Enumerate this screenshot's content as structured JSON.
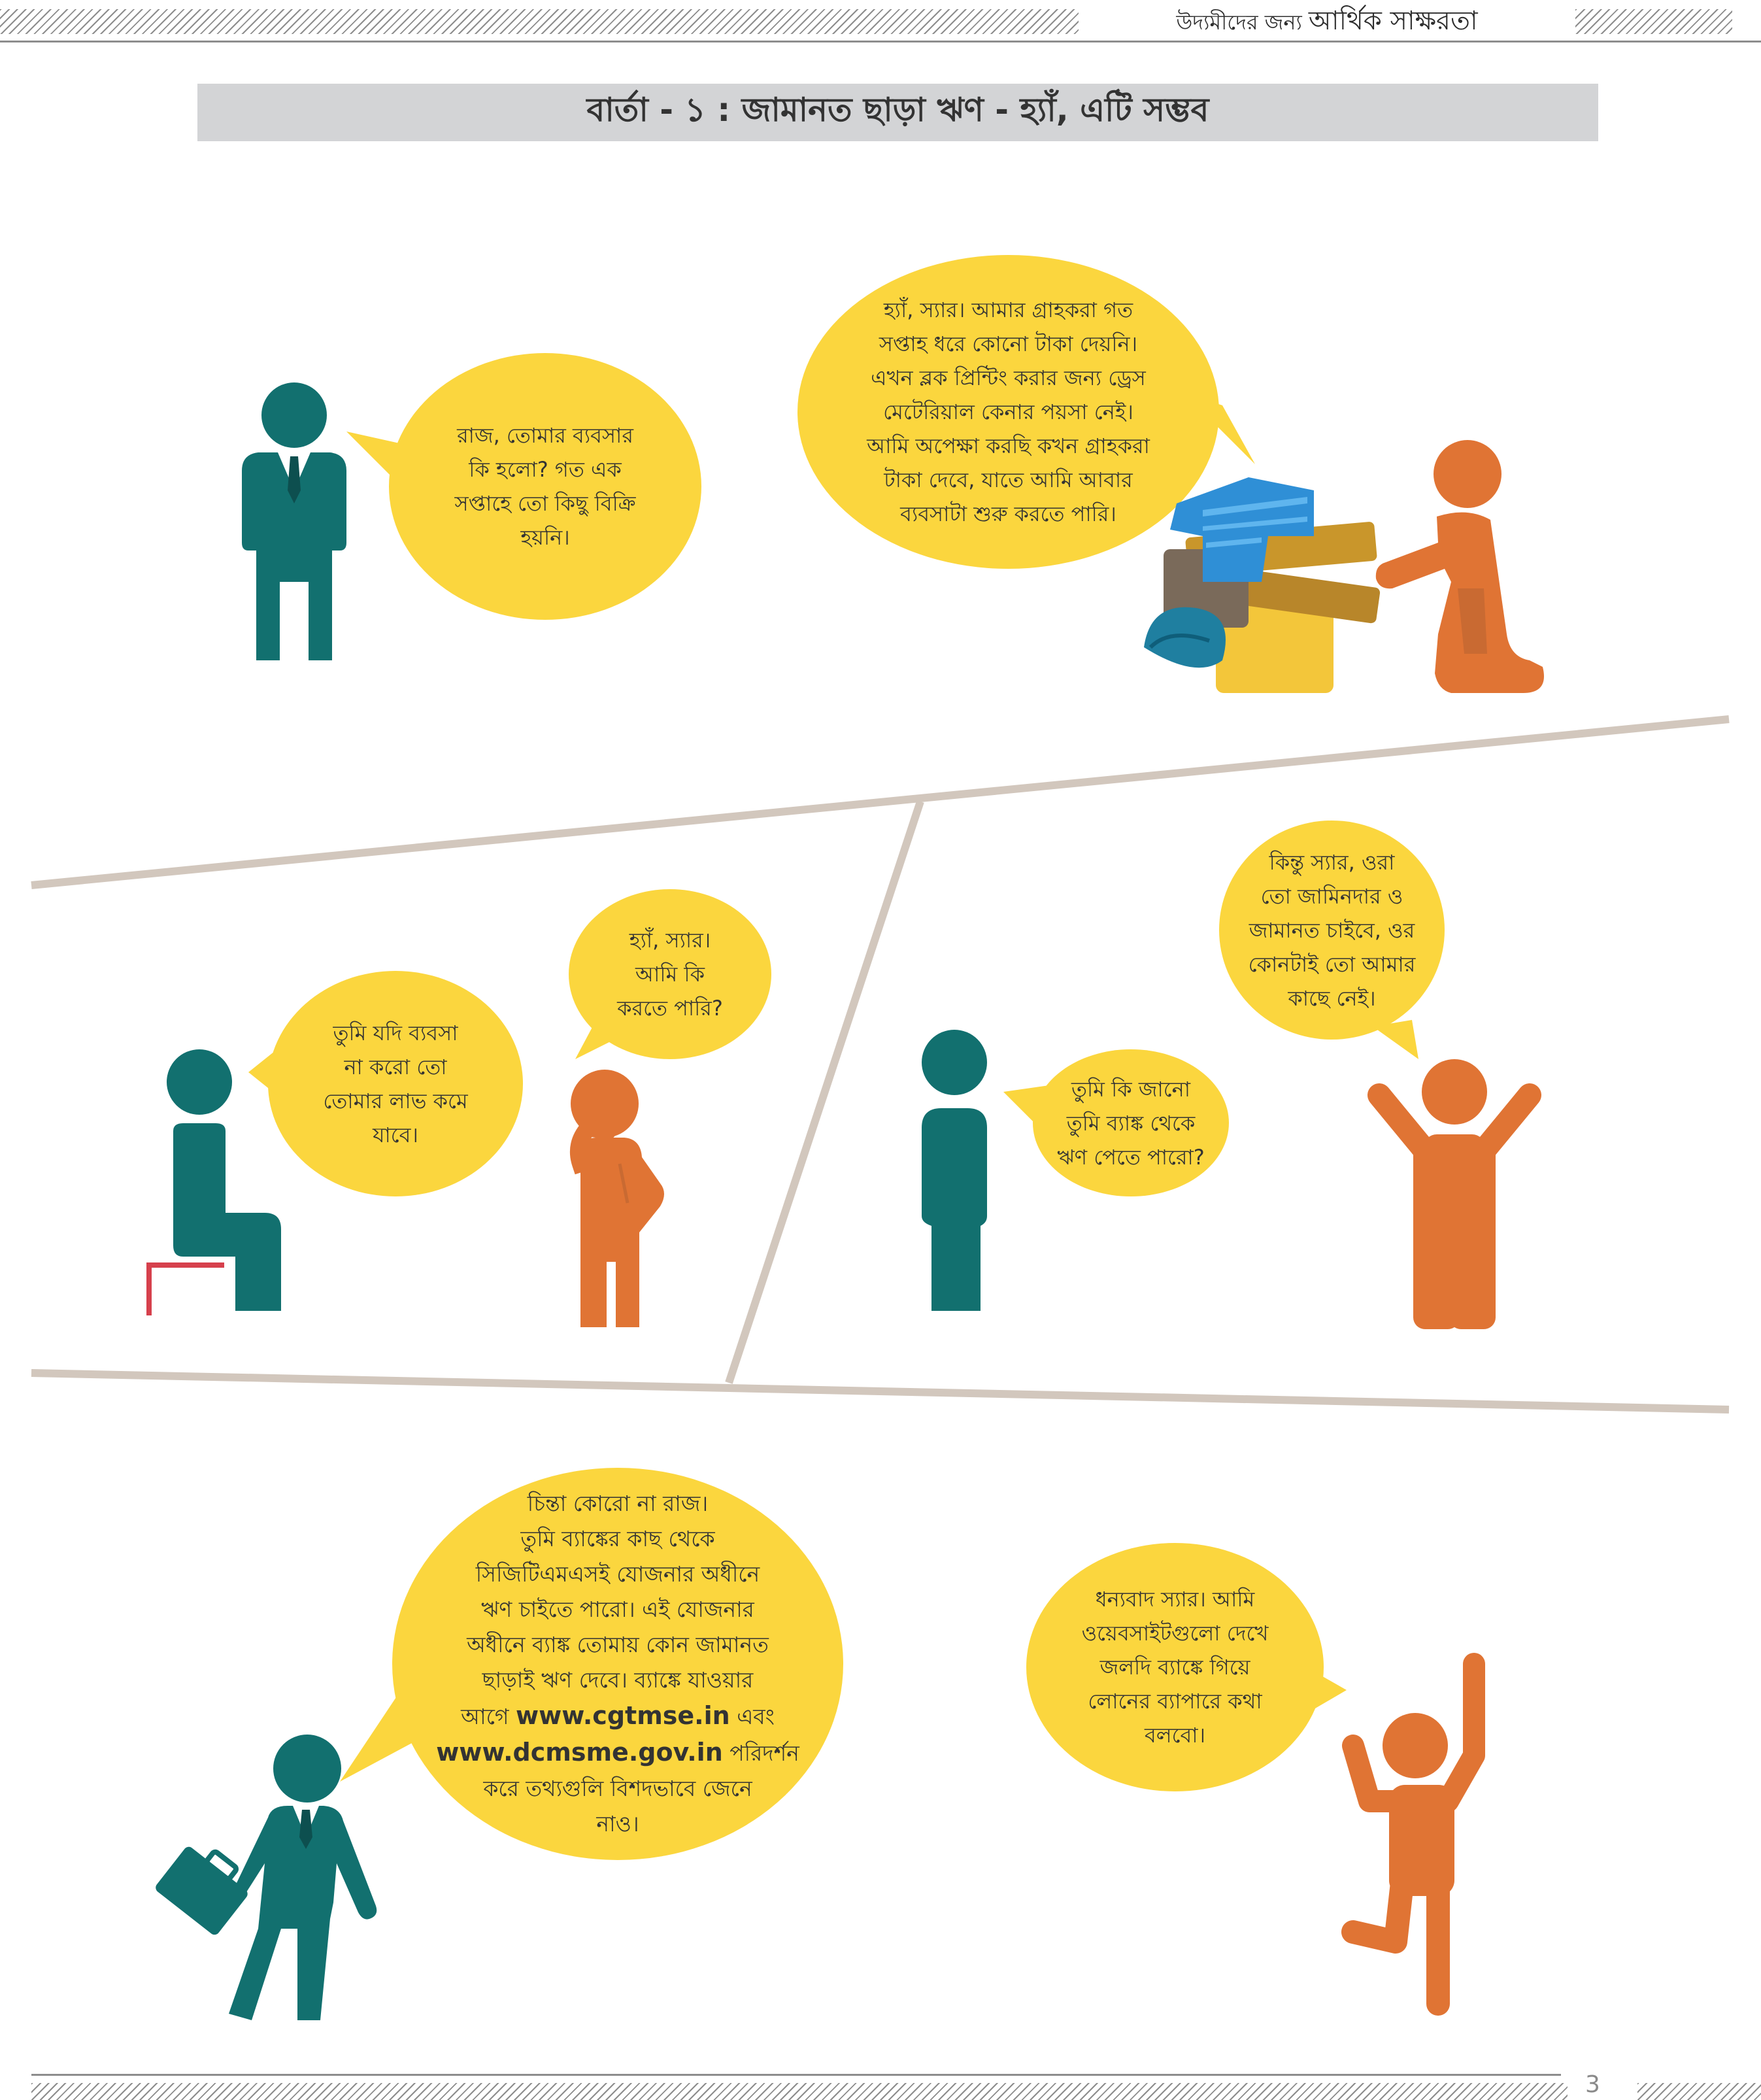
{
  "header": {
    "prefix": "উদ্যমীদের জন্য",
    "title": "আর্থিক সাক্ষরতা"
  },
  "page_title": "বার্তা - ১ : জামানত ছাড়া ঋণ - হ্যাঁ, এটি সম্ভব",
  "panel1": {
    "officer_bubble": [
      "রাজ, তোমার ব্যবসার",
      "কি হলো? গত এক",
      "সপ্তাহে তো কিছু বিক্রি",
      "হয়নি।"
    ],
    "raj_bubble": [
      "হ্যাঁ, স্যার। আমার গ্রাহকরা গত",
      "সপ্তাহ ধরে কোনো টাকা দেয়নি।",
      "এখন ব্লক প্রিন্টিং করার জন্য ড্রেস",
      "মেটেরিয়াল কেনার পয়সা নেই।",
      "আমি অপেক্ষা করছি কখন গ্রাহকরা",
      "টাকা দেবে, যাতে আমি আবার",
      "ব্যবসাটা শুরু করতে পারি।"
    ]
  },
  "panel2": {
    "officer_bubble": [
      "তুমি যদি ব্যবসা",
      "না করো তো",
      "তোমার লাভ কমে",
      "যাবে।"
    ],
    "raj_bubble": [
      "হ্যাঁ, স্যার।",
      "আমি কি",
      "করতে পারি?"
    ]
  },
  "panel3": {
    "officer_bubble": [
      "তুমি কি জানো",
      "তুমি ব্যাঙ্ক থেকে",
      "ঋণ পেতে পারো?"
    ],
    "raj_bubble": [
      "কিন্তু স্যার, ওরা",
      "তো জামিনদার ও",
      "জামানত চাইবে, ওর",
      "কোনটাই তো আমার",
      "কাছে নেই।"
    ]
  },
  "panel4": {
    "officer_bubble": {
      "line1": "চিন্তা কোরো না রাজ।",
      "line2": "তুমি ব্যাঙ্কের কাছ থেকে",
      "line3": "সিজিটিএমএসই যোজনার অধীনে",
      "line4": "ঋণ চাইতে পারো। এই যোজনার",
      "line5": "অধীনে ব্যাঙ্ক তোমায় কোন জামানত",
      "line6": "ছাড়াই ঋণ দেবে। ব্যাঙ্কে যাওয়ার",
      "line7_pre": "আগে ",
      "link1": "www.cgtmse.in",
      "line7_post": " এবং",
      "link2": "www.dcmsme.gov.in",
      "line8_post": " পরিদর্শন",
      "line9": "করে তথ্যগুলি বিশদভাবে জেনে",
      "line10": "নাও।"
    },
    "raj_bubble": [
      "ধন্যবাদ স্যার। আমি",
      "ওয়েবসাইটগুলো দেখে",
      "জলদি ব্যাঙ্কে গিয়ে",
      "লোনের ব্যাপারে কথা",
      "বলবো।"
    ]
  },
  "page_number": "3",
  "colors": {
    "bubble": "#fbd63e",
    "officer_teal": "#12706f",
    "raj_orange": "#e07434",
    "divider": "#d2c7bd",
    "title_band": "#d3d4d6"
  }
}
